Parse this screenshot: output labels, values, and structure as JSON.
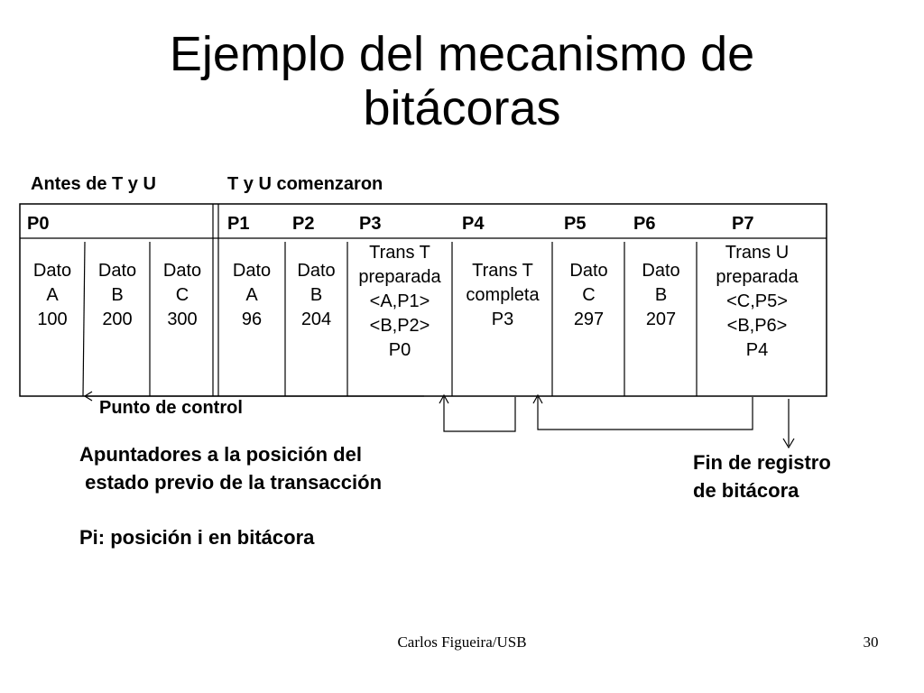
{
  "title": {
    "line1": "Ejemplo del mecanismo de",
    "line2": "bitácoras"
  },
  "section_labels": {
    "before": "Antes de T y U",
    "after": "T y U comenzaron"
  },
  "positions": [
    "P0",
    "P1",
    "P2",
    "P3",
    "P4",
    "P5",
    "P6",
    "P7"
  ],
  "cells": [
    {
      "lines": [
        "Dato",
        "A",
        "100"
      ]
    },
    {
      "lines": [
        "Dato",
        "B",
        "200"
      ]
    },
    {
      "lines": [
        "Dato",
        "C",
        "300"
      ]
    },
    {
      "lines": [
        "Dato",
        "A",
        "96"
      ]
    },
    {
      "lines": [
        "Dato",
        "B",
        "204"
      ]
    },
    {
      "lines": [
        "Trans T",
        "preparada",
        "<A,P1>",
        "<B,P2>",
        "P0"
      ]
    },
    {
      "lines": [
        "Trans T",
        "completa",
        "P3"
      ]
    },
    {
      "lines": [
        "Dato",
        "C",
        "297"
      ]
    },
    {
      "lines": [
        "Dato",
        "B",
        "207"
      ]
    },
    {
      "lines": [
        "Trans U",
        "preparada",
        "<C,P5>",
        "<B,P6>",
        "P4"
      ]
    }
  ],
  "checkpoint_label": "Punto de control",
  "pointers_label": {
    "line1": "Apuntadores a la posición del",
    "line2": " estado previo de la transacción"
  },
  "legend": "Pi: posición i en bitácora",
  "end_label": {
    "line1": "Fin de registro",
    "line2": "de bitácora"
  },
  "footer": {
    "author": "Carlos Figueira/USB",
    "page": "30"
  },
  "colors": {
    "text": "#000000",
    "line": "#000000",
    "background": "#ffffff"
  }
}
